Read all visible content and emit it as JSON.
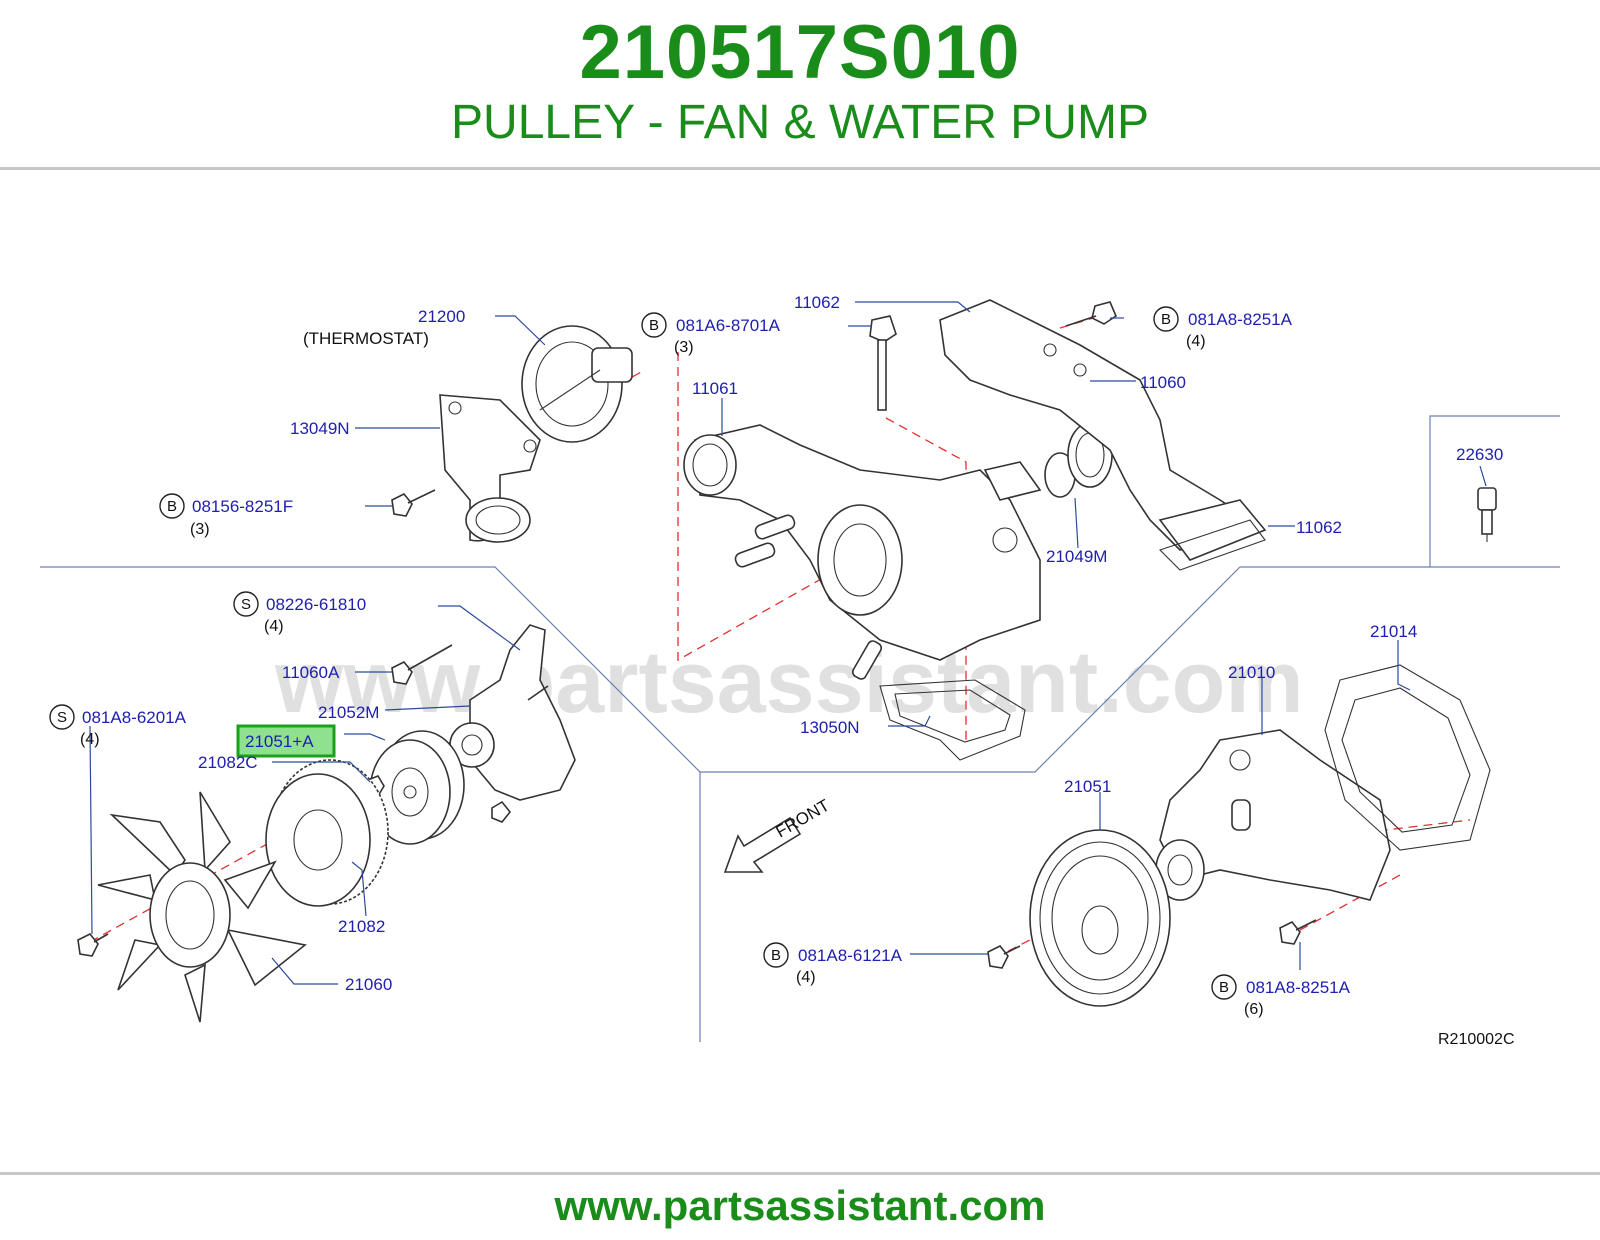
{
  "header": {
    "part_number": "210517S010",
    "section_title": "PULLEY - FAN & WATER PUMP"
  },
  "watermark": "www.partsassistant.com",
  "footer": {
    "url": "www.partsassistant.com"
  },
  "diagram": {
    "reference_code": "R210002C",
    "front_label": "FRONT",
    "highlighted_callout": "21051+A",
    "highlight_color": "#8fe08f",
    "accent_color": "#1a8c1a",
    "label_color": "#2020b0",
    "callouts": [
      {
        "id": "c-21200",
        "text": "21200",
        "note": "(THERMOSTAT)"
      },
      {
        "id": "c-13049n",
        "text": "13049N"
      },
      {
        "id": "c-08156",
        "text": "08156-8251F",
        "badge": "B",
        "qty": "(3)"
      },
      {
        "id": "c-081a6-8701a",
        "text": "081A6-8701A",
        "badge": "B",
        "qty": "(3)"
      },
      {
        "id": "c-11062-top",
        "text": "11062"
      },
      {
        "id": "c-081a8-8251a-top",
        "text": "081A8-8251A",
        "badge": "B",
        "qty": "(4)"
      },
      {
        "id": "c-11061",
        "text": "11061"
      },
      {
        "id": "c-11060",
        "text": "11060"
      },
      {
        "id": "c-22630",
        "text": "22630"
      },
      {
        "id": "c-11062-right",
        "text": "11062"
      },
      {
        "id": "c-21049m",
        "text": "21049M"
      },
      {
        "id": "c-08226",
        "text": "08226-61810",
        "badge": "S",
        "qty": "(4)"
      },
      {
        "id": "c-11060a",
        "text": "11060A"
      },
      {
        "id": "c-21052m",
        "text": "21052M"
      },
      {
        "id": "c-081a8-6201a",
        "text": "081A8-6201A",
        "badge": "S",
        "qty": "(4)"
      },
      {
        "id": "c-21051a",
        "text": "21051+A"
      },
      {
        "id": "c-21082c",
        "text": "21082C"
      },
      {
        "id": "c-13050n",
        "text": "13050N"
      },
      {
        "id": "c-21014",
        "text": "21014"
      },
      {
        "id": "c-21010",
        "text": "21010"
      },
      {
        "id": "c-21051",
        "text": "21051"
      },
      {
        "id": "c-21082",
        "text": "21082"
      },
      {
        "id": "c-21060",
        "text": "21060"
      },
      {
        "id": "c-081a8-6121a",
        "text": "081A8-6121A",
        "badge": "B",
        "qty": "(4)"
      },
      {
        "id": "c-081a8-8251a-bottom",
        "text": "081A8-8251A",
        "badge": "B",
        "qty": "(6)"
      }
    ]
  }
}
